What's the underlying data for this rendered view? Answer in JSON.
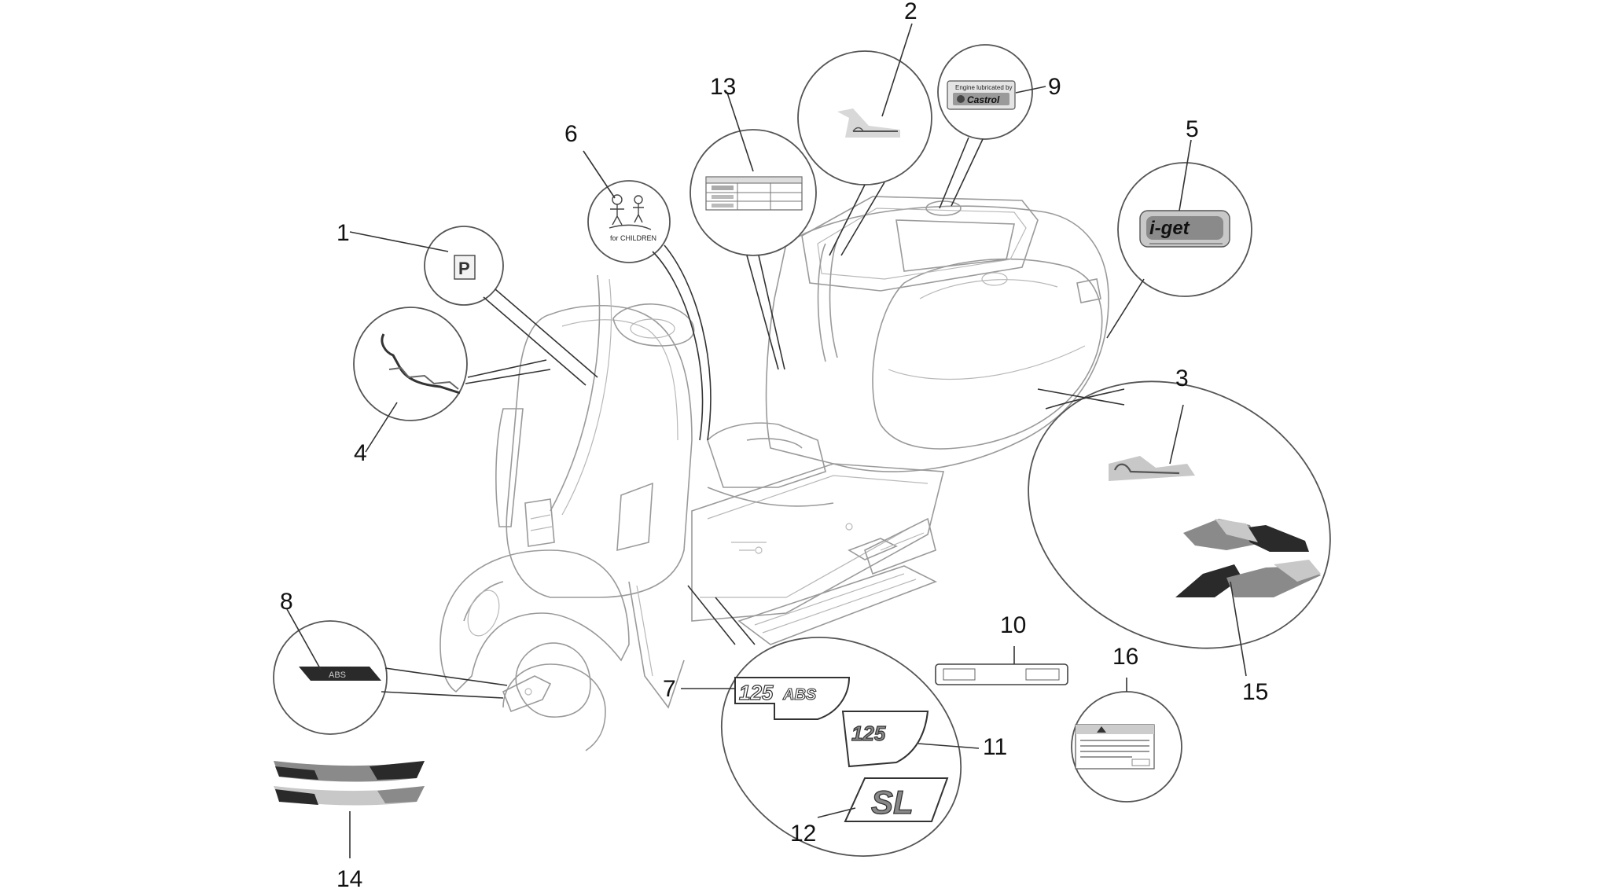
{
  "callouts": [
    "1",
    "2",
    "3",
    "4",
    "5",
    "6",
    "7",
    "8",
    "9",
    "10",
    "11",
    "12",
    "13",
    "14",
    "15",
    "16"
  ],
  "decal_texts": {
    "castrol_top": "Engine lubricated by",
    "castrol_brand": "Castrol",
    "children_text": "for CHILDREN",
    "abs": "ABS",
    "badge_125_abs_num": "125",
    "badge_125_abs_text": "ABS",
    "badge_125": "125",
    "badge_sl": "SL",
    "iget": "i-get"
  },
  "colors": {
    "line": "#9a9a9a",
    "leader": "#333333",
    "decal_dark": "#2a2a2a",
    "decal_mid": "#8a8a8a",
    "decal_light": "#c8c8c8"
  }
}
